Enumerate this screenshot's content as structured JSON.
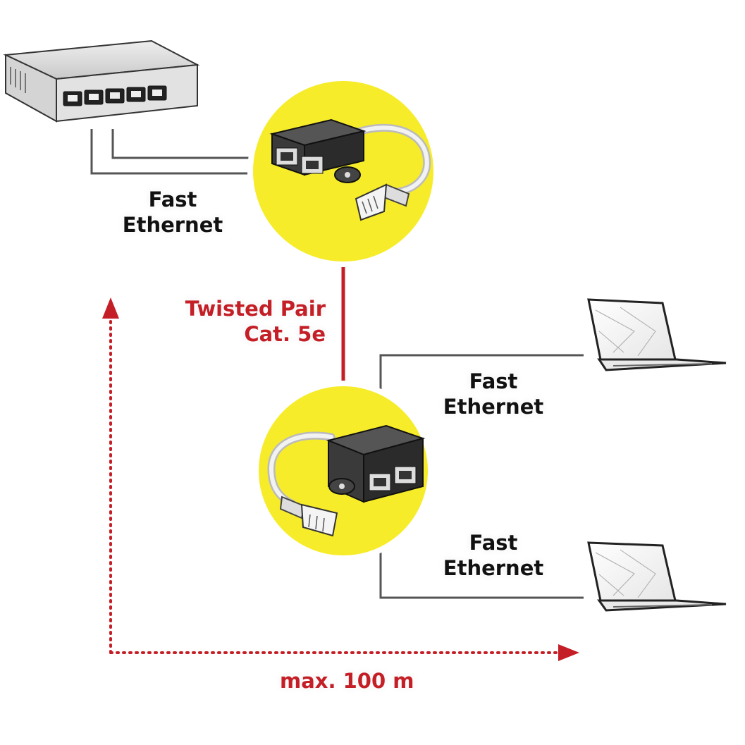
{
  "colors": {
    "accent_red": "#c41f26",
    "circle_yellow": "#f7ec2a",
    "cable_gray": "#555555"
  },
  "labels": {
    "switch_link": {
      "line1": "Fast",
      "line2": "Ethernet"
    },
    "backbone": {
      "line1": "Twisted Pair",
      "line2": "Cat. 5e"
    },
    "laptop1_link": {
      "line1": "Fast",
      "line2": "Ethernet"
    },
    "laptop2_link": {
      "line1": "Fast",
      "line2": "Ethernet"
    },
    "distance": "max. 100 m"
  },
  "icons": [
    "network-switch-icon",
    "rj45-y-splitter-icon",
    "laptop-icon",
    "dotted-arrow-icon"
  ]
}
